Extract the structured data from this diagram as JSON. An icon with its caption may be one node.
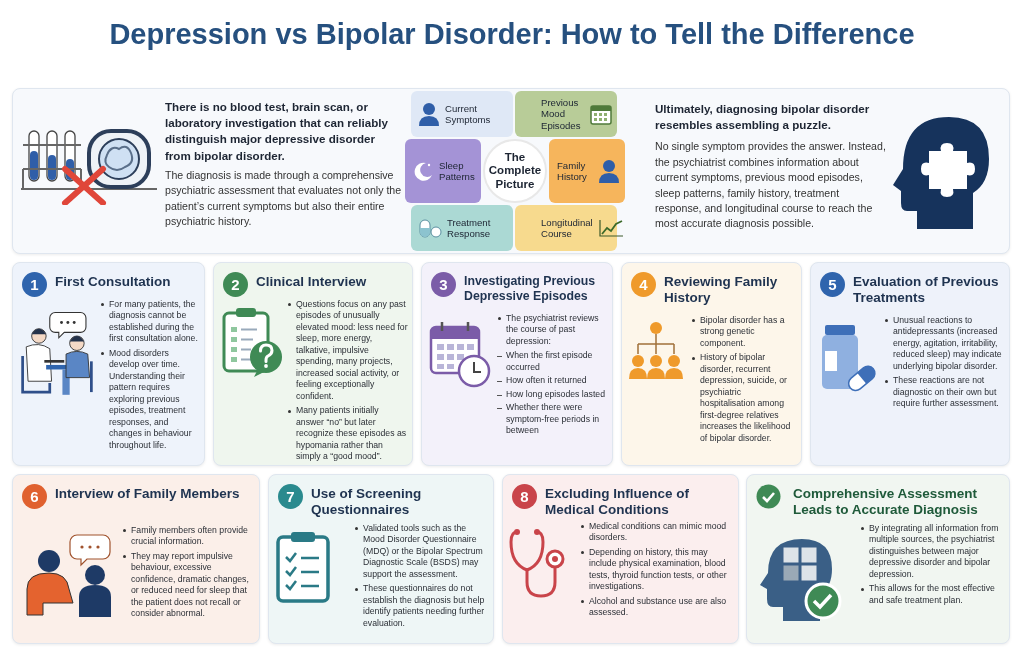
{
  "diagram": {
    "title": "Depression vs Bipolar Disorder: How to Tell the Difference",
    "nodes": [
      {
        "text": [
          "There is no blood test, brain scan, or laboratory investigation that can reliably distinguish major depressive disorder from bipolar disorder.",
          "The diagnosis is made through a comprehensive psychiatric assessment that evaluates not only the patient’s current symptoms but also their entire psychiatric history.",
          "Ultimately, diagnosing bipolar disorder resembles assembling a puzzle.",
          "No single symptom provides the answer. Instead, the psychiatrist combines information about current symptoms, previous mood episodes, sleep patterns, family history, treatment response, and longitudinal course to reach the most accurate diagnosis possible."
        ]
      },
      {
        "text": [
          "Current Symptoms"
        ],
        "in": 0
      },
      {
        "text": [
          "Previous Mood Episodes"
        ],
        "in": 0
      },
      {
        "text": [
          "Sleep Patterns"
        ],
        "in": 0
      },
      {
        "text": [
          "Family History"
        ],
        "in": 0
      },
      {
        "text": [
          "Treatment Response"
        ],
        "in": 0
      },
      {
        "text": [
          "Longitudinal Course"
        ],
        "in": 0
      },
      {
        "text": [
          "The Complete Picture"
        ],
        "in": 0
      },
      {
        "text": [
          "1",
          "First Consultation",
          "For many patients, the diagnosis cannot be established during the first consultation alone.",
          "Mood disorders develop over time. Understanding their pattern requires exploring previous episodes, treatment responses, and changes in behaviour throughout life."
        ]
      },
      {
        "text": [
          "2",
          "Clinical Interview",
          "Questions focus on any past episodes of unusually elevated mood: less need for sleep, more energy, talkative, impulsive spending, many projects, increased social activity, or feeling exceptionally confident.",
          "Many patients initially answer “no” but later recognize these episodes as hypomania rather than simply a “good mood”."
        ]
      },
      {
        "text": [
          "3",
          "Investigating Previous Depressive Episodes",
          "The psychiatrist reviews the course of past depression:",
          "When the first episode occurred",
          "How often it returned",
          "How long episodes lasted",
          "Whether there were symptom-free periods in between"
        ]
      },
      {
        "text": [
          "4",
          "Reviewing Family History",
          "Bipolar disorder has a strong genetic component.",
          "History of bipolar disorder, recurrent depression, suicide, or psychiatric hospitalisation among first-degree relatives increases the likelihood of bipolar disorder."
        ]
      },
      {
        "text": [
          "5",
          "Evaluation of Previous Treatments",
          "Unusual reactions to antidepressants (increased energy, agitation, irritability, reduced sleep) may indicate underlying bipolar disorder.",
          "These reactions are not diagnostic on their own but require further assessment."
        ]
      },
      {
        "text": [
          "6",
          "Interview of Family Members",
          "Family members often provide crucial information.",
          "They may report impulsive behaviour, excessive confidence, dramatic changes, or reduced need for sleep that the patient does not recall or consider abnormal."
        ]
      },
      {
        "text": [
          "7",
          "Use of Screening Questionnaires",
          "Validated tools such as the Mood Disorder Questionnaire (MDQ) or the Bipolar Spectrum Diagnostic Scale (BSDS) may support the assessment.",
          "These questionnaires do not establish the diagnosis but help identify patients needing further evaluation."
        ]
      },
      {
        "text": [
          "8",
          "Excluding Influence of Medical Conditions",
          "Medical conditions can mimic mood disorders.",
          "Depending on history, this may include physical examination, blood tests, thyroid function tests, or other investigations.",
          "Alcohol and substance use are also assessed."
        ]
      },
      {
        "text": [
          "Comprehensive Assessment Leads to Accurate Diagnosis",
          "By integrating all information from multiple sources, the psychiatrist distinguishes between major depressive disorder and bipolar depression.",
          "This allows for the most effective and safe treatment plan."
        ]
      }
    ]
  }
}
